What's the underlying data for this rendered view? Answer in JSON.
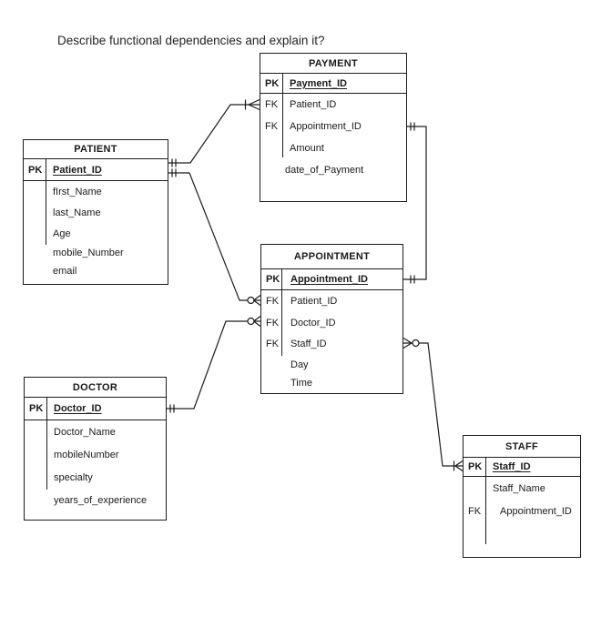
{
  "title": "Describe functional dependencies and explain it?",
  "colors": {
    "line": "#1c1c1c",
    "background": "#ffffff",
    "text": "#222222"
  },
  "diagram": {
    "tables": {
      "payment": {
        "title": "PAYMENT",
        "rows": [
          {
            "key": "PK",
            "name": "Payment_ID"
          },
          {
            "key": "FK",
            "name": "Patient_ID"
          },
          {
            "key": "FK",
            "name": "Appointment_ID"
          },
          {
            "key": "",
            "name": "Amount"
          },
          {
            "key": "",
            "name": "date_of_Payment"
          }
        ]
      },
      "patient": {
        "title": "PATIENT",
        "rows": [
          {
            "key": "PK",
            "name": "Patient_ID"
          },
          {
            "key": "",
            "name": "fIrst_Name"
          },
          {
            "key": "",
            "name": "last_Name"
          },
          {
            "key": "",
            "name": "Age"
          },
          {
            "key": "",
            "name": "mobile_Number"
          },
          {
            "key": "",
            "name": "email"
          }
        ]
      },
      "appointment": {
        "title": "APPOINTMENT",
        "rows": [
          {
            "key": "PK",
            "name": "Appointment_ID"
          },
          {
            "key": "FK",
            "name": "Patient_ID"
          },
          {
            "key": "FK",
            "name": "Doctor_ID"
          },
          {
            "key": "FK",
            "name": "Staff_ID"
          },
          {
            "key": "",
            "name": "Day"
          },
          {
            "key": "",
            "name": "Time"
          }
        ]
      },
      "doctor": {
        "title": "DOCTOR",
        "rows": [
          {
            "key": "PK",
            "name": "Doctor_ID"
          },
          {
            "key": "",
            "name": "Doctor_Name"
          },
          {
            "key": "",
            "name": "mobileNumber"
          },
          {
            "key": "",
            "name": "specialty"
          },
          {
            "key": "",
            "name": "years_of_experience"
          }
        ]
      },
      "staff": {
        "title": "STAFF",
        "rows": [
          {
            "key": "PK",
            "name": "Staff_ID"
          },
          {
            "key": "",
            "name": "Staff_Name"
          },
          {
            "key": "FK",
            "name": "Appointment_ID"
          }
        ]
      }
    },
    "relationships": [
      {
        "from": "PATIENT.Patient_ID",
        "to": "PAYMENT.Patient_ID",
        "from_cardinality": "one-and-only-one",
        "to_cardinality": "one-or-many"
      },
      {
        "from": "PATIENT.Patient_ID",
        "to": "APPOINTMENT.Patient_ID",
        "from_cardinality": "one-and-only-one",
        "to_cardinality": "zero-or-many"
      },
      {
        "from": "DOCTOR.Doctor_ID",
        "to": "APPOINTMENT.Doctor_ID",
        "from_cardinality": "one-and-only-one",
        "to_cardinality": "zero-or-many"
      },
      {
        "from": "PAYMENT.Appointment_ID",
        "to": "APPOINTMENT.Appointment_ID",
        "from_cardinality": "one-and-only-one",
        "to_cardinality": "one-and-only-one"
      },
      {
        "from": "APPOINTMENT.Staff_ID",
        "to": "STAFF.Staff_ID",
        "from_cardinality": "zero-or-many",
        "to_cardinality": "one-or-many"
      }
    ]
  }
}
